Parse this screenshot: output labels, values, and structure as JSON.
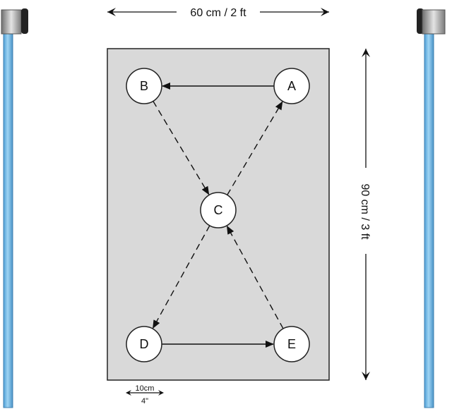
{
  "diagram": {
    "width_label": "60 cm / 2 ft",
    "height_label": "90 cm / 3 ft",
    "spacing_label_top": "10cm",
    "spacing_label_bottom": "4\"",
    "colors": {
      "area_fill": "#d9d9d9",
      "area_stroke": "#222222",
      "node_fill": "#ffffff",
      "node_stroke": "#222222",
      "pole_blue": "#6cb4e4",
      "pole_cap": "#8e8e8e"
    },
    "nodes": [
      {
        "id": "A",
        "label": "A"
      },
      {
        "id": "B",
        "label": "B"
      },
      {
        "id": "C",
        "label": "C"
      },
      {
        "id": "D",
        "label": "D"
      },
      {
        "id": "E",
        "label": "E"
      }
    ],
    "edges": [
      {
        "from": "A",
        "to": "B",
        "style": "solid"
      },
      {
        "from": "B",
        "to": "C",
        "style": "dashed"
      },
      {
        "from": "C",
        "to": "A",
        "style": "dashed"
      },
      {
        "from": "C",
        "to": "D",
        "style": "dashed"
      },
      {
        "from": "D",
        "to": "E",
        "style": "solid"
      },
      {
        "from": "E",
        "to": "C",
        "style": "dashed"
      }
    ]
  }
}
